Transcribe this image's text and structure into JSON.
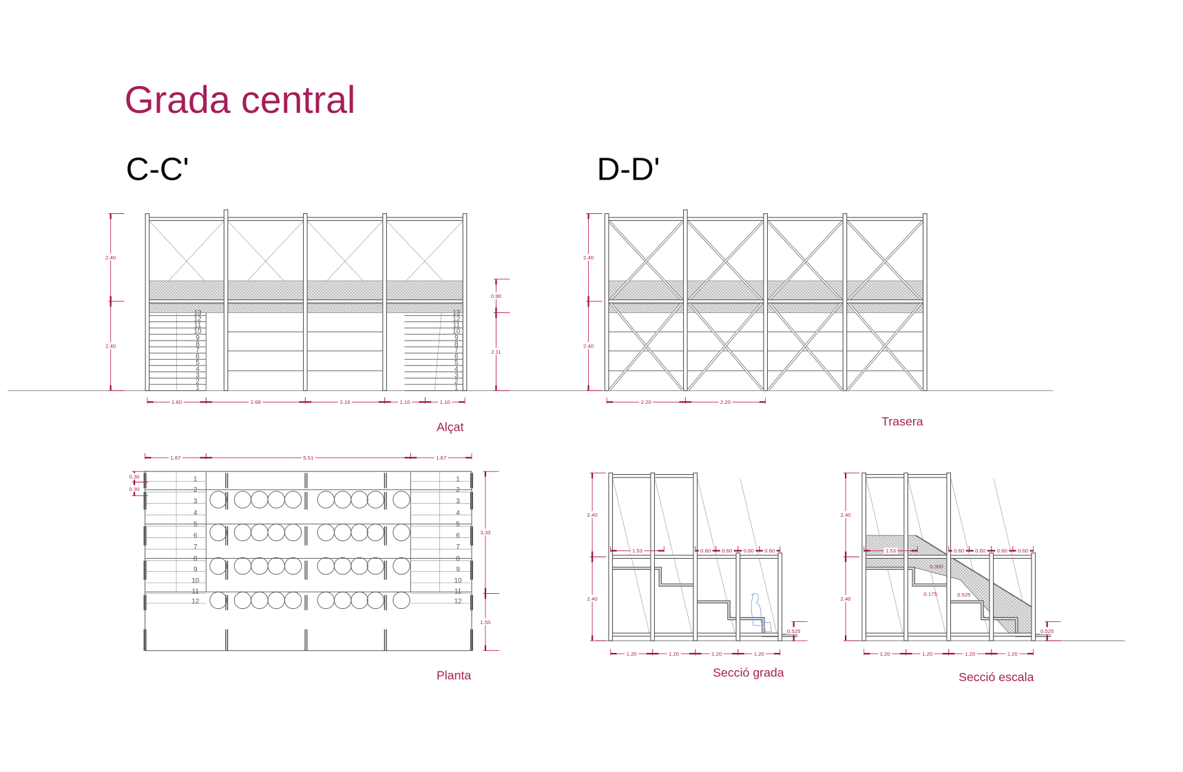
{
  "title": "Grada central",
  "sections": {
    "cc": "C-C'",
    "dd": "D-D'"
  },
  "labels": {
    "alcat": "Alçat",
    "trasera": "Trasera",
    "planta": "Planta",
    "seccio_grada": "Secció grada",
    "seccio_escala": "Secció escala"
  },
  "colors": {
    "accent": "#a61e58",
    "dimension": "#c2206a",
    "structure": "#555555",
    "person": "#7aa6e0"
  },
  "alcat": {
    "height_dims": [
      "2.40",
      "2.40"
    ],
    "right_dims": [
      "0.90",
      "2.11"
    ],
    "bottom_dims": [
      "1.60",
      "2.68",
      "2.16",
      "1.10",
      "1.10"
    ],
    "step_numbers": [
      "1",
      "2",
      "3",
      "4",
      "5",
      "6",
      "7",
      "8",
      "9",
      "10",
      "11",
      "12",
      "13"
    ]
  },
  "trasera": {
    "height_dims": [
      "2.40",
      "2.40"
    ],
    "bottom_dims": [
      "2.20",
      "2.20"
    ]
  },
  "planta": {
    "top_dims": [
      "1.67",
      "5.51",
      "1.67"
    ],
    "left_dims": [
      "0.30",
      "0.30"
    ],
    "right_dims": [
      "3.33",
      "1.55"
    ],
    "step_numbers": [
      "1",
      "2",
      "3",
      "4",
      "5",
      "6",
      "7",
      "8",
      "9",
      "10",
      "11",
      "12"
    ]
  },
  "seccio_grada": {
    "height_dims": [
      "2.40",
      "2.40"
    ],
    "bottom_dims": [
      "1.20",
      "1.20",
      "1.20",
      "1.20"
    ],
    "top_dims": [
      "1.53",
      "0.60",
      "0.60",
      "0.60",
      "0.60"
    ],
    "seat_height": "0.525"
  },
  "seccio_escala": {
    "height_dims": [
      "2.40",
      "2.40"
    ],
    "bottom_dims": [
      "1.20",
      "1.20",
      "1.20",
      "1.20"
    ],
    "top_dims": [
      "1.53",
      "0.60",
      "0.60",
      "0.60",
      "0.60"
    ],
    "tread": "0.300",
    "riser": "0.175",
    "step_height": "0.525",
    "seat_height": "0.525"
  }
}
